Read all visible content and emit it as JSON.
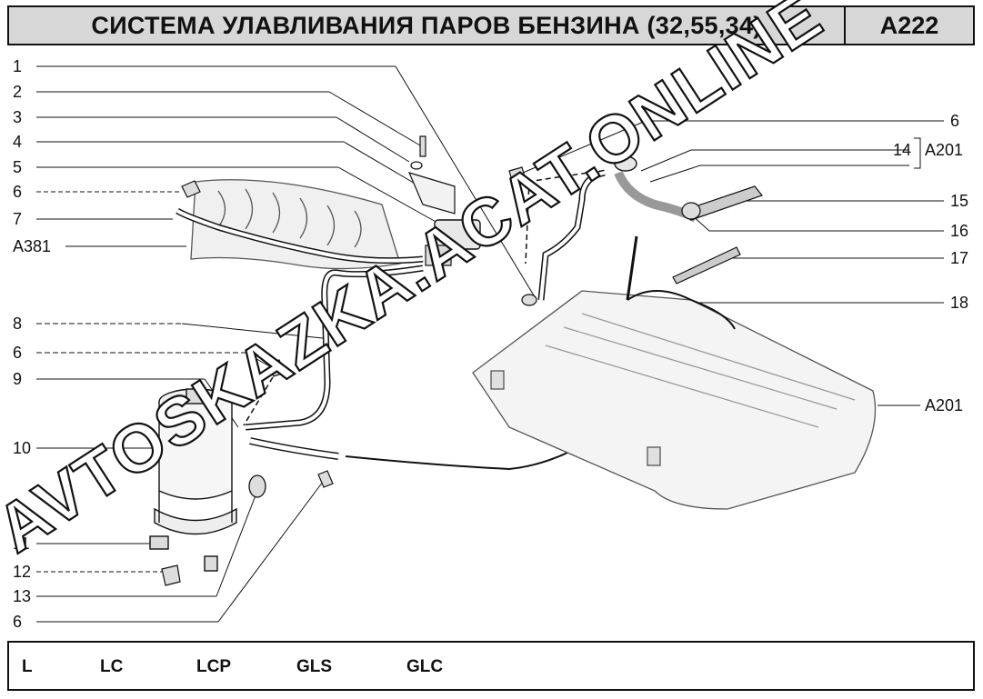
{
  "header": {
    "title": "СИСТЕМА УЛАВЛИВАНИЯ ПАРОВ БЕНЗИНА (32,55,34)",
    "code": "A222"
  },
  "labels": {
    "l1": "1",
    "l2": "2",
    "l3": "3",
    "l4": "4",
    "l5": "5",
    "l6a": "6",
    "l7": "7",
    "a381": "A381",
    "l8": "8",
    "l6b": "6",
    "l9": "9",
    "l10": "10",
    "l11": "11",
    "l12": "12",
    "l13": "13",
    "l6c": "6",
    "r6": "6",
    "r14": "14",
    "r14ref": "A201",
    "r15": "15",
    "r16": "16",
    "r17": "17",
    "r18": "18",
    "a201": "A201"
  },
  "watermark": "AVTOSKAZKA.ACAT.ONLINE",
  "footer": {
    "models": [
      "L",
      "LC",
      "LCP",
      "GLS",
      "GLC"
    ]
  }
}
